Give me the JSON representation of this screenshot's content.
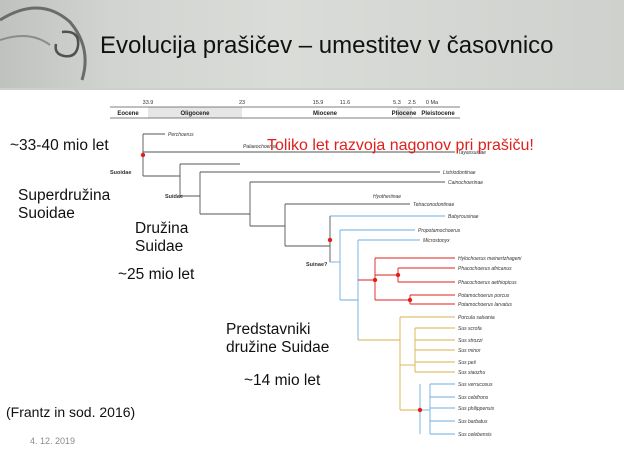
{
  "slide": {
    "title": "Evolucija prašičev – umestitev v časovnico",
    "date": "4. 12. 2019",
    "citation": "(Frantz in sod. 2016)",
    "labels": {
      "age_superfamily": "~33-40 mio let",
      "superfamily": "Superdružina\nSuoidae",
      "family": "Družina\nSuidae",
      "age_family": "~25 mio let",
      "representatives": "Predstavniki\ndružine Suidae",
      "age_representatives": "~14 mio let",
      "instincts": "Toliko let razvoja nagonov pri prašiču!"
    },
    "colors": {
      "red": "#e0201c",
      "blue": "#6aaee0",
      "gold": "#d8b24c",
      "grey": "#777777"
    }
  },
  "timescale": {
    "ticks": [
      "33.9",
      "23",
      "15.9",
      "11.6",
      "5.3",
      "2.5",
      "0 Ma"
    ],
    "epochs": [
      "Eocene",
      "Oligocene",
      "Miocene",
      "Pliocene",
      "Pleistocene"
    ]
  },
  "tree": {
    "clade_labels": [
      "Suoidae",
      "Suidae",
      "Suinae?"
    ],
    "taxa": [
      "Perchoerus",
      "Palaeochoerus",
      "Tayassuidae",
      "Listriodontinae",
      "Cainochoerinae",
      "Hyotheriinae",
      "Tetraconodontinae",
      "Babyrousinae",
      "Propotamochoerus",
      "Microstonyx",
      "Hylochoerus meinertzhageni",
      "Phacochoerus africanus",
      "Phacochoerus aethiopicus",
      "Potamochoerus porcus",
      "Potamochoerus larvatus",
      "Porcula salvania",
      "Sus scrofa",
      "Sus strozzi",
      "Sus minor",
      "Sus peii",
      "Sus xiaozhu",
      "Sus verrucosus",
      "Sus cebifrons",
      "Sus philippensis",
      "Sus barbatus",
      "Sus celebensis"
    ]
  }
}
